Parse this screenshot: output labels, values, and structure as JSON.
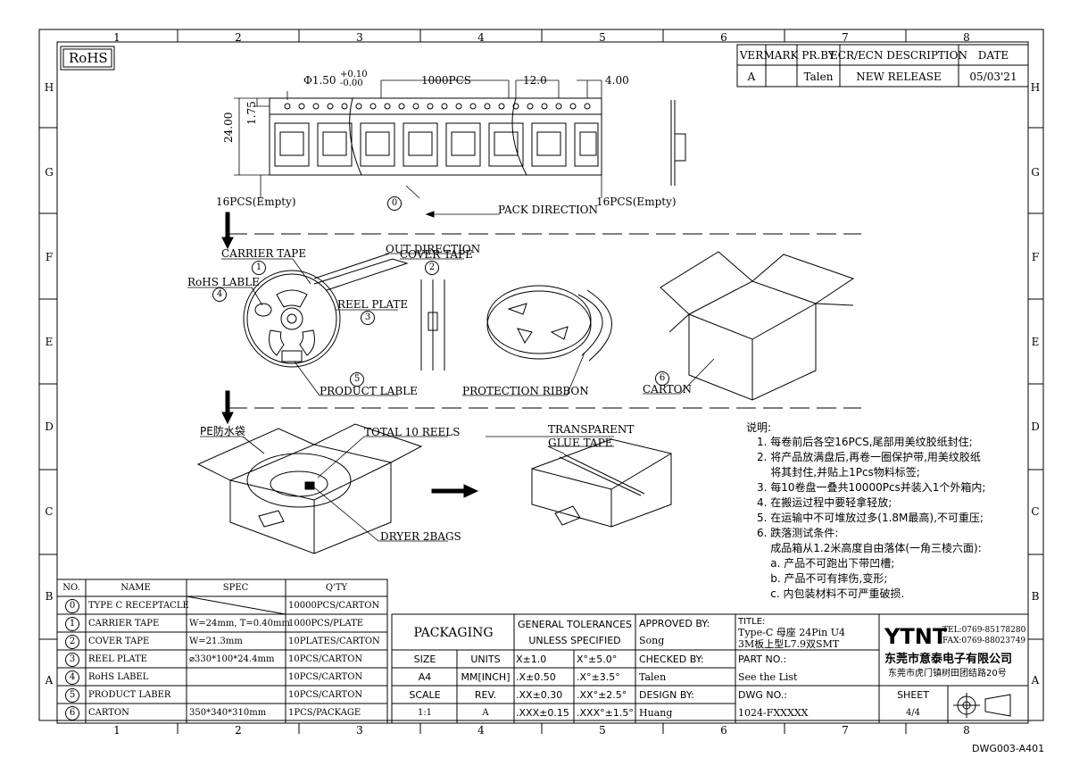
{
  "grid": {
    "columns": [
      "1",
      "2",
      "3",
      "4",
      "5",
      "6",
      "7",
      "8"
    ],
    "rows": [
      "H",
      "G",
      "F",
      "E",
      "D",
      "C",
      "B",
      "A"
    ]
  },
  "rohs_badge": "RoHS",
  "revision": {
    "headers": [
      "VER",
      "MARK",
      "PR.BY",
      "ECR/ECN DESCRIPTION",
      "DATE"
    ],
    "row": [
      "A",
      "",
      "Talen",
      "NEW RELEASE",
      "05/03'21"
    ]
  },
  "tape_view": {
    "hole_dia": "Φ1.50",
    "hole_tol_plus": "+0.10",
    "hole_tol_minus": "-0.00",
    "qty": "1000PCS",
    "pitch": "12.0",
    "hole_pitch": "4.00",
    "width": "24.00",
    "offset": "1.75",
    "lead_empty": "16PCS(Empty)",
    "trail_empty": "16PCS(Empty)",
    "zero_marker": "0",
    "pack_direction": "PACK DIRECTION"
  },
  "reel_view": {
    "carrier_tape": "CARRIER TAPE",
    "out_direction": "OUT DIRECTION",
    "cover_tape": "COVER TAPE",
    "rohs_lable": "RoHS LABLE",
    "reel_plate": "REEL PLATE",
    "product_lable": "PRODUCT LABLE",
    "protection_ribbon": "PROTECTION RIBBON",
    "carton": "CARTON",
    "n1": "1",
    "n2": "2",
    "n3": "3",
    "n4": "4",
    "n5": "5",
    "n6": "6"
  },
  "box_view": {
    "pe_bag": "PE防水袋",
    "total_reels": "TOTAL 10 REELS",
    "dryer": "DRYER 2BAGS",
    "transparent": "TRANSPARENT",
    "glue_tape": "GLUE TAPE"
  },
  "notes": {
    "title": "说明:",
    "lines": [
      "1. 每卷前后各空16PCS,尾部用美纹胶纸封住;",
      "2. 将产品放满盘后,再卷一圈保护带,用美纹胶纸",
      "    将其封住,并贴上1Pcs物料标签;",
      "3. 每10卷盘一叠共10000Pcs并装入1个外箱内;",
      "4. 在搬运过程中要轻拿轻放;",
      "5. 在运输中不可堆放过多(1.8M最高),不可重压;",
      "6. 跌落测试条件:",
      "    成品箱从1.2米高度自由落体(一角三棱六面):",
      "    a. 产品不可跑出下带凹槽;",
      "    b. 产品不可有摔伤,变形;",
      "    c. 内包装材料不可严重破损."
    ]
  },
  "bom": {
    "headers": [
      "NO.",
      "NAME",
      "SPEC",
      "Q'TY"
    ],
    "rows": [
      {
        "no": "0",
        "name": "TYPE C RECEPTACLE",
        "spec": "",
        "qty": "10000PCS/CARTON"
      },
      {
        "no": "1",
        "name": "CARRIER TAPE",
        "spec": "W=24mm, T=0.40mm",
        "qty": "1000PCS/PLATE"
      },
      {
        "no": "2",
        "name": "COVER TAPE",
        "spec": "W=21.3mm",
        "qty": "10PLATES/CARTON"
      },
      {
        "no": "3",
        "name": "REEL PLATE",
        "spec": "⌀330*100*24.4mm",
        "qty": "10PCS/CARTON"
      },
      {
        "no": "4",
        "name": "RoHS LABEL",
        "spec": "",
        "qty": "10PCS/CARTON"
      },
      {
        "no": "5",
        "name": "PRODUCT LABER",
        "spec": "",
        "qty": "10PCS/CARTON"
      },
      {
        "no": "6",
        "name": "CARTON",
        "spec": "350*340*310mm",
        "qty": "1PCS/PACKAGE"
      }
    ]
  },
  "title_block": {
    "packaging": "PACKAGING",
    "gen_tol_1": "GENERAL TOLERANCES",
    "gen_tol_2": "UNLESS SPECIFIED",
    "approved_label": "APPROVED BY:",
    "approved_by": "Song",
    "title_label": "TITLE:",
    "title_1": "Type-C 母座 24Pin U4",
    "title_2": "3M板上型L7.9双SMT",
    "size_label": "SIZE",
    "size": "A4",
    "units_label": "UNITS",
    "units": "MM[INCH]",
    "tol_x": "X±1.0",
    "tol_x_ang": "X°±5.0°",
    "checked_label": "CHECKED BY:",
    "checked_by": "Talen",
    "part_label": "PART NO.:",
    "part_no": "See the List",
    "tol_xx": ".X±0.50",
    "tol_xx_ang": ".X°±3.5°",
    "scale_label": "SCALE",
    "scale": "1:1",
    "rev_label": "REV.",
    "rev": "A",
    "tol_xxx": ".XX±0.30",
    "tol_xxx_ang": ".XX°±2.5°",
    "design_label": "DESIGN BY:",
    "design_by": "Huang",
    "dwg_label": "DWG NO.:",
    "dwg_no": "1024-FXXXXX",
    "tol_xxxx": ".XXX±0.15",
    "tol_xxxx_ang": ".XXX°±1.5°",
    "company_logo": "YTNT",
    "tel": "TEL:0769-85178280",
    "fax": "FAX:0769-88023749",
    "company_name": "东莞市意泰电子有限公司",
    "company_addr": "东莞市虎门镇树田团结路20号",
    "sheet_label": "SHEET",
    "sheet": "4/4"
  },
  "doc_code": "DWG003-A401"
}
